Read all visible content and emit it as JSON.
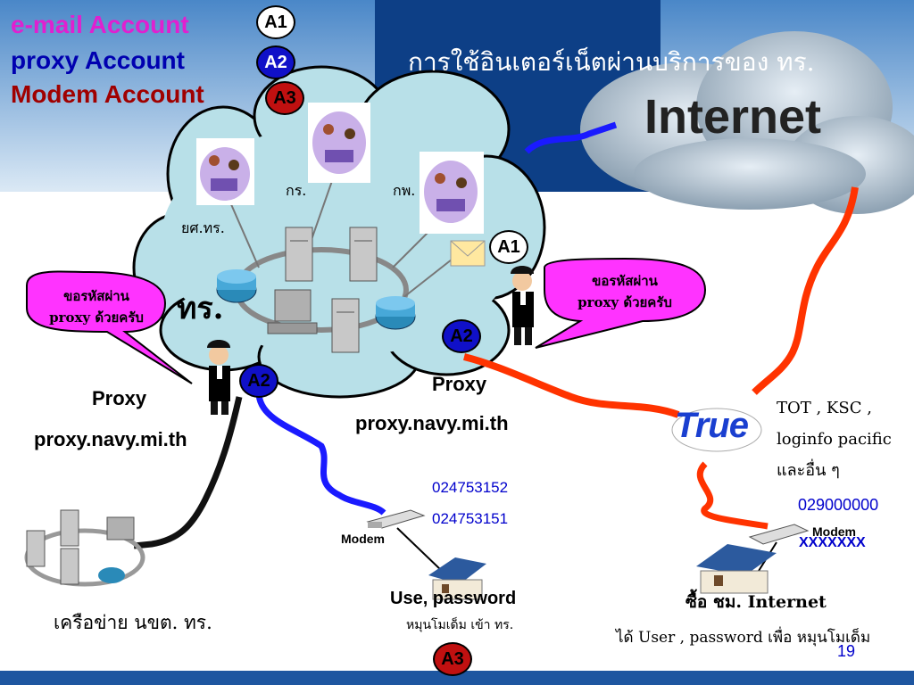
{
  "title": "การใช้อินเตอร์เน็ตผ่านบริการของ ทร.",
  "internet_cloud_label": "Internet",
  "legend": {
    "email": "e-mail Account",
    "proxy": "proxy  Account",
    "modem": "Modem Account"
  },
  "badges": {
    "a1": "A1",
    "a2": "A2",
    "a3": "A3"
  },
  "navy_cloud": {
    "org_label": "ทร.",
    "dept_kor_ror": "กร.",
    "dept_kor_por": "กพ.",
    "dept_yor_sor": "ยศ.ทร."
  },
  "bubbles": {
    "left": "ขอรหัสผ่าน\nproxy ด้วยครับ",
    "right": "ขอรหัสผ่าน\nproxy ด้วยครับ"
  },
  "left_proxy": {
    "label": "Proxy",
    "address": "proxy.navy.mi.th"
  },
  "center_proxy": {
    "label": "Proxy",
    "address": "proxy.navy.mi.th"
  },
  "phones": {
    "line1": "024753152",
    "line2": "024753151",
    "isp": "029000000",
    "isp_ext": "XXXXXXX"
  },
  "modem_label": "Modem",
  "isp": {
    "logo": "True",
    "providers": "TOT , KSC ,\nloginfo  pacific\nและอื่น ๆ"
  },
  "network_label": "เครือข่าย นขต. ทร.",
  "center_home": {
    "line1": "Use, password",
    "line2": "หมุนโมเด็ม เข้า ทร."
  },
  "right_home": {
    "line1": "ซื้อ ชม. Internet",
    "line2": "ได้ User , password เพื่อ หมุนโมเด็ม"
  },
  "page_number": "19",
  "colors": {
    "email": "#e020d0",
    "proxy": "#0000b0",
    "modem": "#a00000",
    "cloud_fill": "#b8e0e8",
    "bubble_fill": "#ff33ff",
    "red_line": "#ff3300",
    "blue_line": "#1a1aff",
    "bottom_bar": "#1e56a0",
    "text_blue": "#0000cc"
  }
}
